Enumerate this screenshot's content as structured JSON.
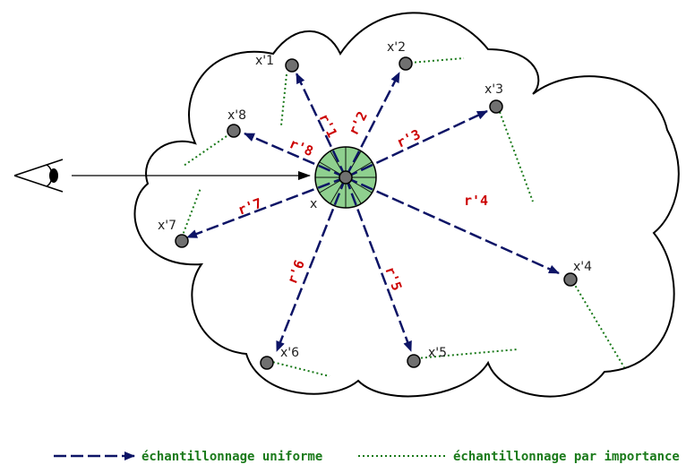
{
  "center": {
    "label": "x"
  },
  "rays": [
    {
      "label": "r'1",
      "target": "x'1"
    },
    {
      "label": "r'2",
      "target": "x'2"
    },
    {
      "label": "r'3",
      "target": "x'3"
    },
    {
      "label": "r'4",
      "target": "x'4"
    },
    {
      "label": "r'5",
      "target": "x'5"
    },
    {
      "label": "r'6",
      "target": "x'6"
    },
    {
      "label": "r'7",
      "target": "x'7"
    },
    {
      "label": "r'8",
      "target": "x'8"
    }
  ],
  "legend": {
    "uniform": "échantillonnage uniforme",
    "importance": "échantillonnage  par importance"
  },
  "colors": {
    "ray": "#0d1466",
    "ray_label": "#cc0000",
    "importance": "#1a7a1a",
    "sphere_fill": "#8fd08f",
    "point_fill": "#707070"
  },
  "icons": {
    "eye": "eye-icon"
  }
}
